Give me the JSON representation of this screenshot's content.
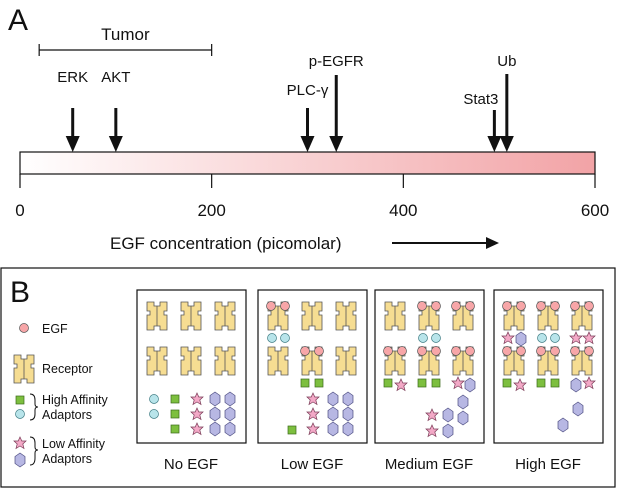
{
  "panel_a": {
    "letter": "A",
    "tumor_label": "Tumor",
    "tumor_range": [
      20,
      200
    ],
    "axis_max": 600,
    "ticks": [
      0,
      200,
      400,
      600
    ],
    "tick_labels": [
      "0",
      "200",
      "400",
      "600"
    ],
    "axis_title": "EGF concentration (picomolar)",
    "markers": [
      {
        "label": "ERK",
        "value": 55
      },
      {
        "label": "AKT",
        "value": 100
      },
      {
        "label": "PLC-γ",
        "value": 300
      },
      {
        "label": "p-EGFR",
        "value": 330
      },
      {
        "label": "Stat3",
        "value": 495
      },
      {
        "label": "Ub",
        "value": 508
      }
    ],
    "colors": {
      "gradient_start": "#ffffff",
      "gradient_end": "#f2a3a6",
      "arrow": "#111111"
    }
  },
  "panel_b": {
    "letter": "B",
    "legend": {
      "egf": "EGF",
      "receptor": "Receptor",
      "high_affinity": [
        "High Affinity",
        "Adaptors"
      ],
      "low_affinity": [
        "Low Affinity",
        "Adaptors"
      ]
    },
    "conditions": [
      "No EGF",
      "Low EGF",
      "Medium EGF",
      "High EGF"
    ],
    "colors": {
      "egf": "#f7a6a8",
      "receptor": "#f6dd92",
      "adaptor_green": "#7dbf3f",
      "adaptor_cyan": "#b8e4ea",
      "adaptor_star": "#f3a9c7",
      "adaptor_hex": "#b7b7e3",
      "stroke": "#333333"
    }
  }
}
